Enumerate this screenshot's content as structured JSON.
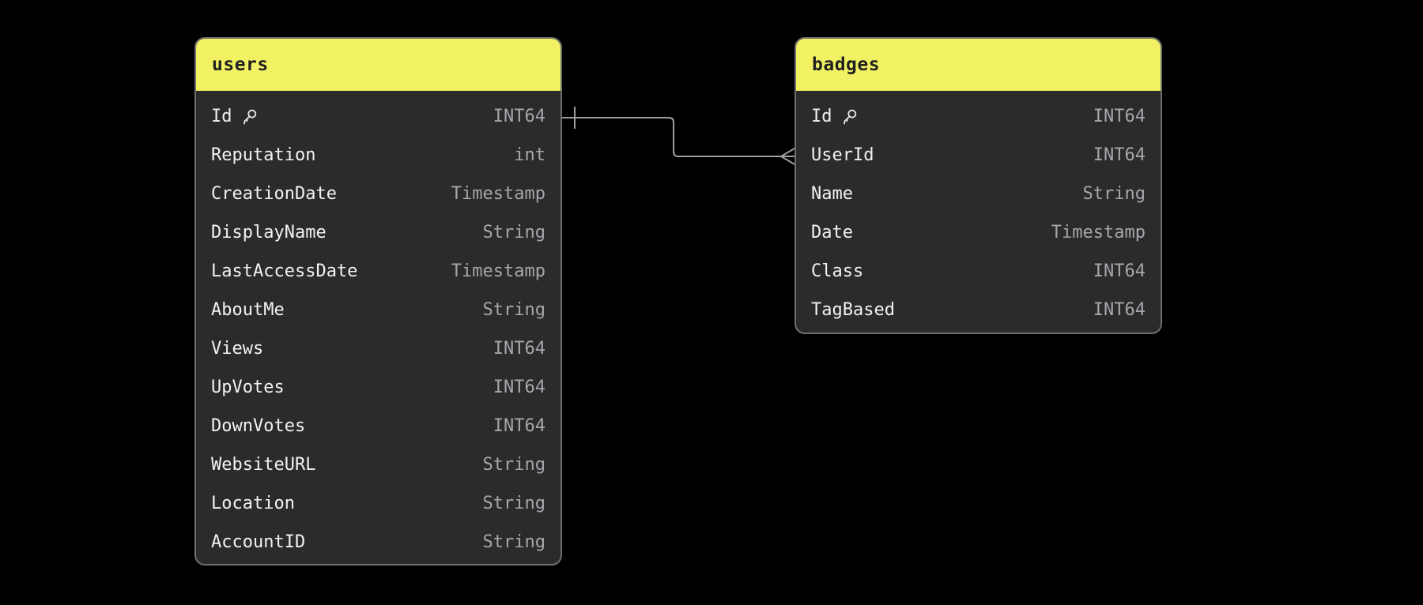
{
  "diagram": {
    "background_color": "#000000",
    "line_color": "#9e9e9e",
    "card_style": {
      "header_color": "#f1f163",
      "header_text_color": "#1f1f1f",
      "body_color": "#2b2b2b",
      "border_color": "#6e6e6e",
      "field_name_color": "#f2f2f2",
      "field_type_color": "#a6a6ac"
    },
    "tables": [
      {
        "name": "users",
        "fields": [
          {
            "name": "Id",
            "type": "INT64",
            "primary_key": true
          },
          {
            "name": "Reputation",
            "type": "int"
          },
          {
            "name": "CreationDate",
            "type": "Timestamp"
          },
          {
            "name": "DisplayName",
            "type": "String"
          },
          {
            "name": "LastAccessDate",
            "type": "Timestamp"
          },
          {
            "name": "AboutMe",
            "type": "String"
          },
          {
            "name": "Views",
            "type": "INT64"
          },
          {
            "name": "UpVotes",
            "type": "INT64"
          },
          {
            "name": "DownVotes",
            "type": "INT64"
          },
          {
            "name": "WebsiteURL",
            "type": "String"
          },
          {
            "name": "Location",
            "type": "String"
          },
          {
            "name": "AccountID",
            "type": "String"
          }
        ]
      },
      {
        "name": "badges",
        "fields": [
          {
            "name": "Id",
            "type": "INT64",
            "primary_key": true
          },
          {
            "name": "UserId",
            "type": "INT64"
          },
          {
            "name": "Name",
            "type": "String"
          },
          {
            "name": "Date",
            "type": "Timestamp"
          },
          {
            "name": "Class",
            "type": "INT64"
          },
          {
            "name": "TagBased",
            "type": "INT64"
          }
        ]
      }
    ],
    "relationship": {
      "from_table": "users",
      "from_field": "Id",
      "from_cardinality": "one",
      "to_table": "badges",
      "to_field": "UserId",
      "to_cardinality": "many"
    }
  }
}
